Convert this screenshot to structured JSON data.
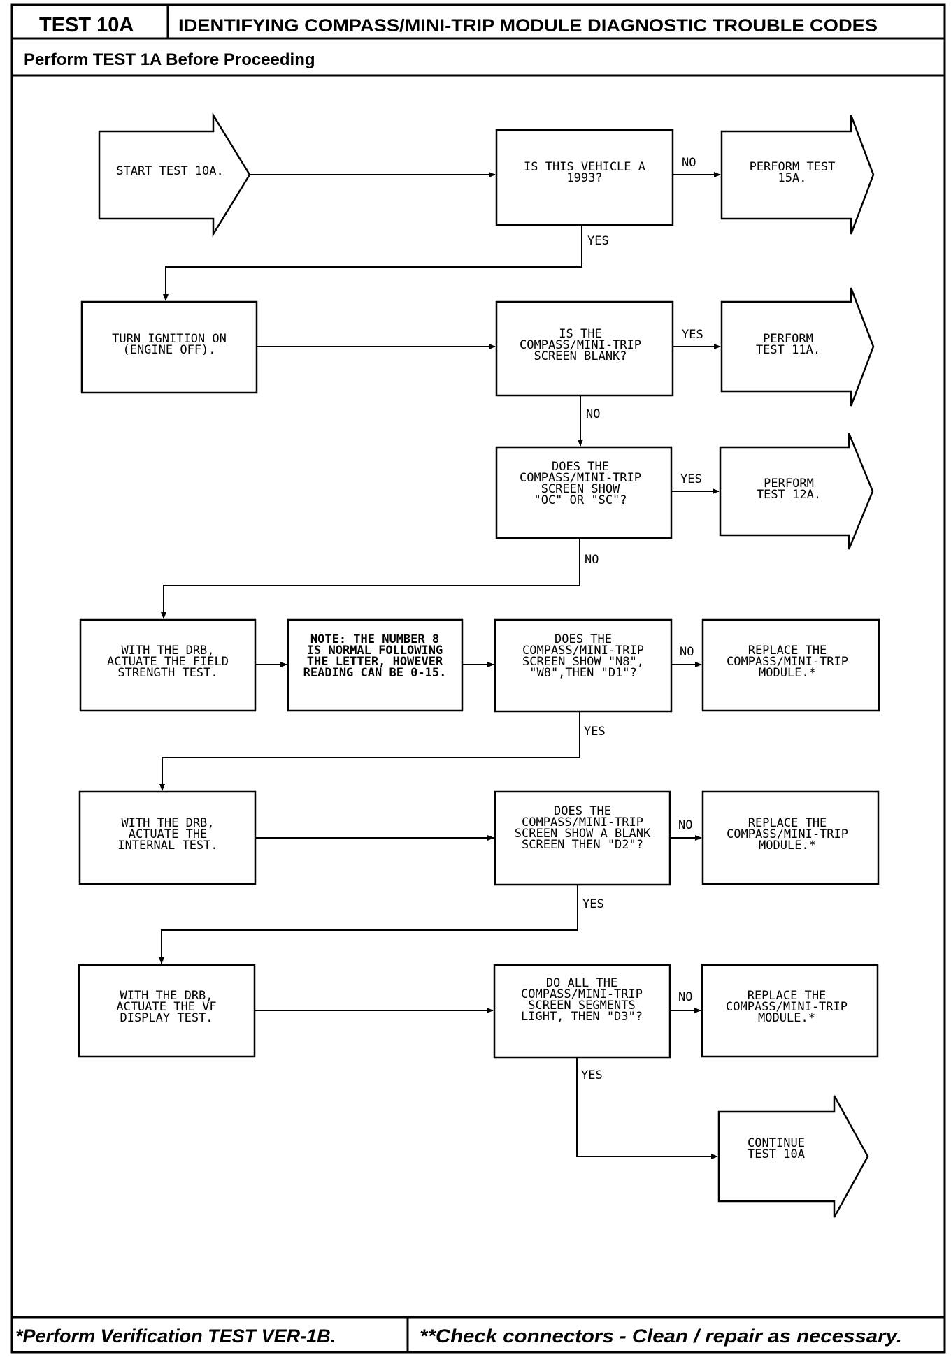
{
  "header": {
    "test_id": "TEST 10A",
    "title": "IDENTIFYING COMPASS/MINI-TRIP MODULE DIAGNOSTIC TROUBLE CODES",
    "prerequisite": "Perform TEST 1A Before Proceeding"
  },
  "footer": {
    "left": "*Perform Verification TEST VER-1B.",
    "right": "**Check connectors - Clean / repair as necessary."
  },
  "flow": {
    "start": [
      "START TEST 10A."
    ],
    "q1": [
      "IS THIS VEHICLE A",
      "1993?"
    ],
    "q1_no_label": "NO",
    "q1_yes_label": "YES",
    "r1": [
      "PERFORM TEST",
      "15A."
    ],
    "a1": [
      "TURN IGNITION ON",
      "(ENGINE OFF)."
    ],
    "q2": [
      "IS THE",
      "COMPASS/MINI-TRIP",
      "SCREEN BLANK?"
    ],
    "q2_yes_label": "YES",
    "q2_no_label": "NO",
    "r2": [
      "PERFORM",
      "TEST 11A."
    ],
    "q3": [
      "DOES THE",
      "COMPASS/MINI-TRIP",
      "SCREEN SHOW",
      "\"OC\" OR \"SC\"?"
    ],
    "q3_yes_label": "YES",
    "q3_no_label": "NO",
    "r3": [
      "PERFORM",
      "TEST 12A."
    ],
    "a2": [
      "WITH THE DRB,",
      "ACTUATE THE FIELD",
      "STRENGTH TEST."
    ],
    "note": [
      "NOTE: THE NUMBER 8",
      "IS NORMAL FOLLOWING",
      "THE LETTER, HOWEVER",
      "READING CAN BE 0-15."
    ],
    "q4": [
      "DOES THE",
      "COMPASS/MINI-TRIP",
      "SCREEN SHOW \"N8\",",
      "\"W8\",THEN \"D1\"?"
    ],
    "q4_no_label": "NO",
    "q4_yes_label": "YES",
    "r4": [
      "REPLACE THE",
      "COMPASS/MINI-TRIP",
      "MODULE.*"
    ],
    "a3": [
      "WITH THE DRB,",
      "ACTUATE THE",
      "INTERNAL TEST."
    ],
    "q5": [
      "DOES THE",
      "COMPASS/MINI-TRIP",
      "SCREEN SHOW A BLANK",
      "SCREEN THEN \"D2\"?"
    ],
    "q5_no_label": "NO",
    "q5_yes_label": "YES",
    "r5": [
      "REPLACE THE",
      "COMPASS/MINI-TRIP",
      "MODULE.*"
    ],
    "a4": [
      "WITH THE DRB,",
      "ACTUATE THE VF",
      "DISPLAY TEST."
    ],
    "q6": [
      "DO ALL THE",
      "COMPASS/MINI-TRIP",
      "SCREEN SEGMENTS",
      "LIGHT, THEN \"D3\"?"
    ],
    "q6_no_label": "NO",
    "q6_yes_label": "YES",
    "r6": [
      "REPLACE THE",
      "COMPASS/MINI-TRIP",
      "MODULE.*"
    ],
    "end": [
      "CONTINUE",
      "TEST 10A"
    ]
  }
}
